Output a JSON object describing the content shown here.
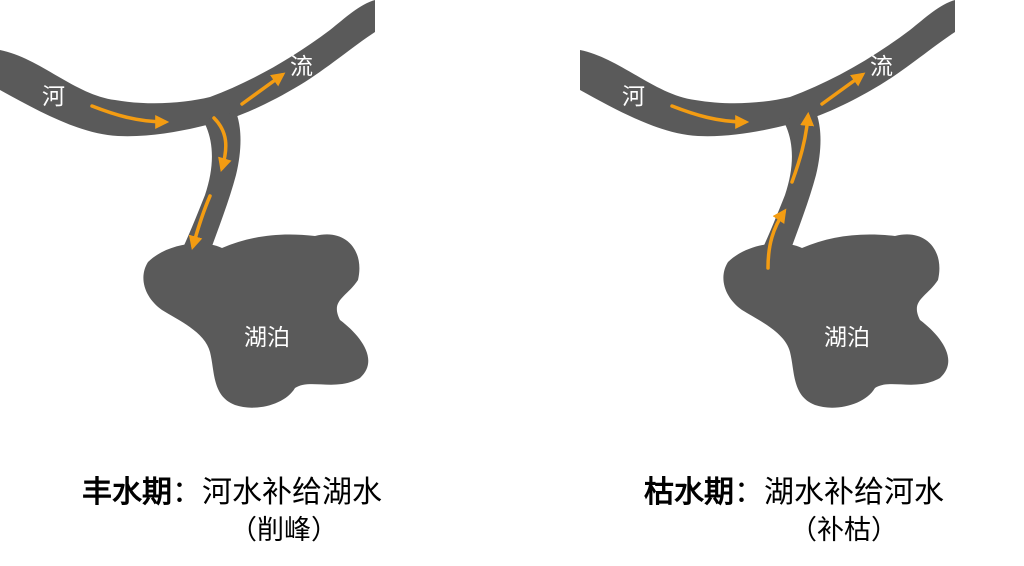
{
  "colors": {
    "water": "#5a5a5a",
    "arrow": "#f39c12",
    "label": "#ffffff"
  },
  "left": {
    "river_left": "河",
    "river_right": "流",
    "lake": "湖泊",
    "period": "丰水期",
    "colon": "：",
    "relation": "河水补给湖水",
    "note": "（削峰）",
    "flow": "river-to-lake"
  },
  "right": {
    "river_left": "河",
    "river_right": "流",
    "lake": "湖泊",
    "period": "枯水期",
    "colon": "：",
    "relation": "湖水补给河水",
    "note": "（补枯）",
    "flow": "lake-to-river"
  }
}
